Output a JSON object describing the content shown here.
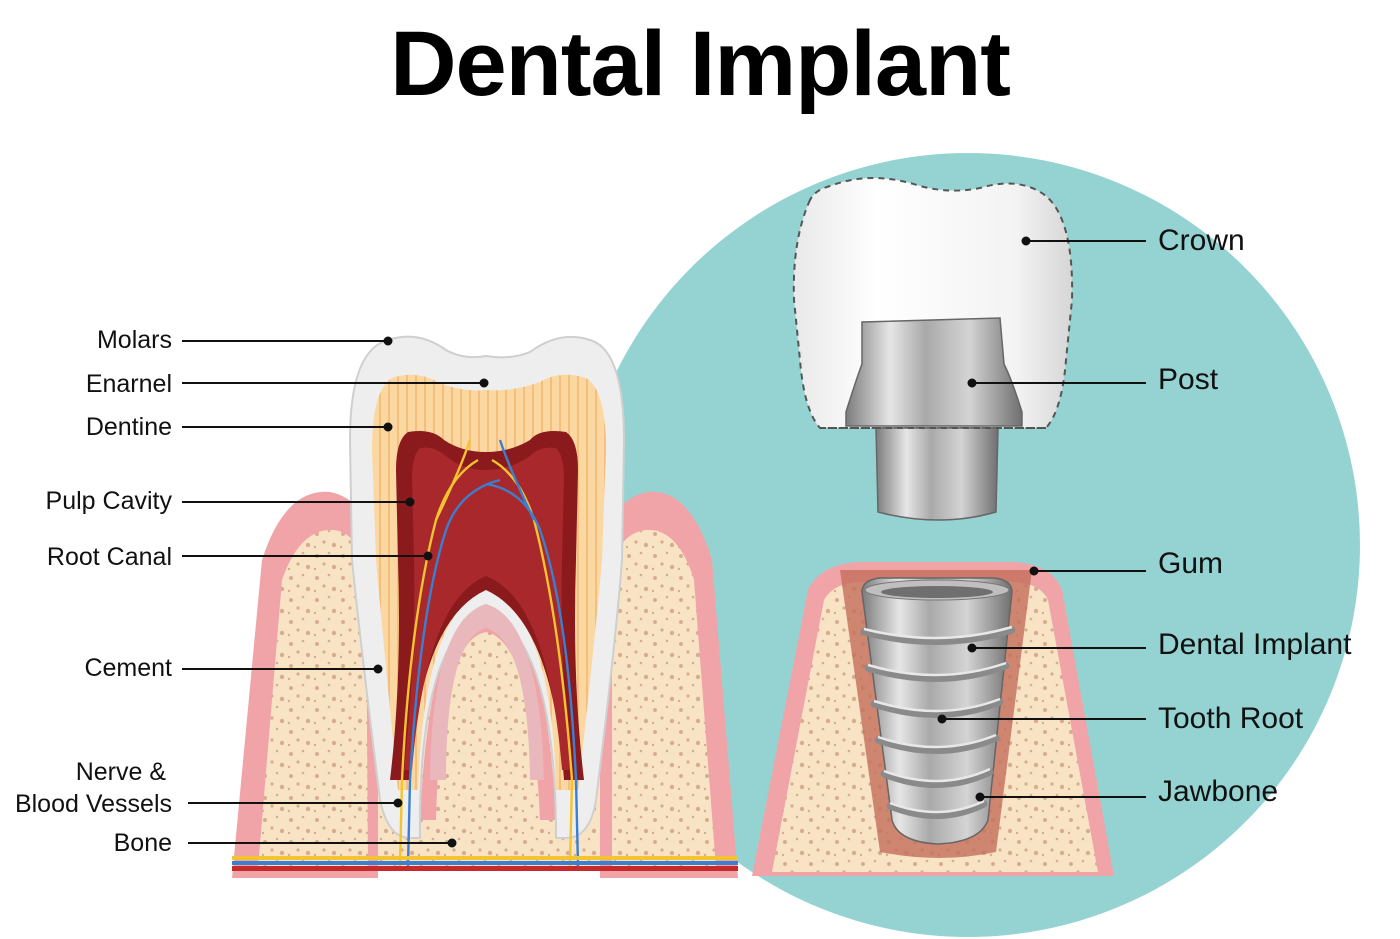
{
  "title": "Dental Implant",
  "left_labels": {
    "molars": "Molars",
    "enamel": "Enarnel",
    "dentine": "Dentine",
    "pulp_cavity": "Pulp Cavity",
    "root_canal": "Root Canal",
    "cement": "Cement",
    "nerve_line1": "Nerve &",
    "nerve_line2": "Blood Vessels",
    "bone": "Bone"
  },
  "right_labels": {
    "crown": "Crown",
    "post": "Post",
    "gum": "Gum",
    "dental_implant": "Dental Implant",
    "tooth_root": "Tooth Root",
    "jawbone": "Jawbone"
  },
  "colors": {
    "circle": "#95d3d3",
    "gum": "#f0a4a8",
    "gum_dark": "#e77f88",
    "bone": "#f8e4c4",
    "bone_spots": "#d6ad8f",
    "dentine": "#fbd8a2",
    "dentine_lines": "#f3b46a",
    "enamel": "#f4f4f4",
    "pulp": "#8b1a1c",
    "pulp_inner": "#a8282c",
    "metal": "#9a9a9a",
    "metal_light": "#d8d8d8"
  }
}
